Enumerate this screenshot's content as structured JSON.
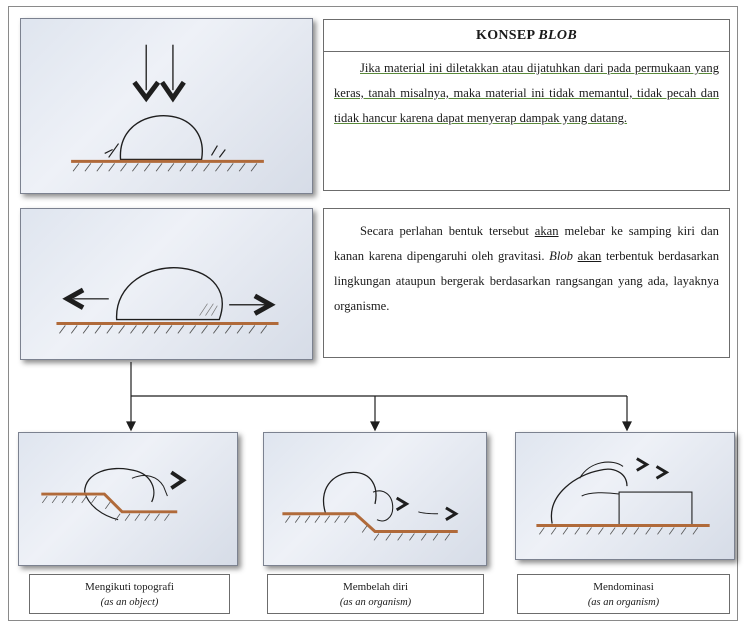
{
  "heading": {
    "title_prefix": "KONSEP",
    "title_emph": "BLOB"
  },
  "paragraph1": "Jika material ini diletakkan atau dijatuhkan dari pada permukaan yang keras, tanah misalnya, maka material ini tidak memantul, tidak pecah dan tidak hancur karena dapat menyerap dampak yang datang.",
  "paragraph2": {
    "part1": "Secara perlahan bentuk tersebut ",
    "akan1": "akan",
    "part2": " melebar ke samping kiri dan kanan karena dipengaruhi oleh gravitasi. ",
    "blob": "Blob",
    "part3": " ",
    "akan2": "akan",
    "part4": " terbentuk berdasarkan lingkungan ataupun bergerak berdasarkan rangsangan yang ada, layaknya organisme."
  },
  "captions": [
    {
      "label": "Mengikuti topografi",
      "sub": "(as an object)"
    },
    {
      "label": "Membelah diri",
      "sub": "(as an organism)"
    },
    {
      "label": "Mendominasi",
      "sub": "(as an organism)"
    }
  ],
  "colors": {
    "ground": "#b06a3a",
    "ink": "#1e1e1e",
    "frame": "#8a8a8a"
  }
}
